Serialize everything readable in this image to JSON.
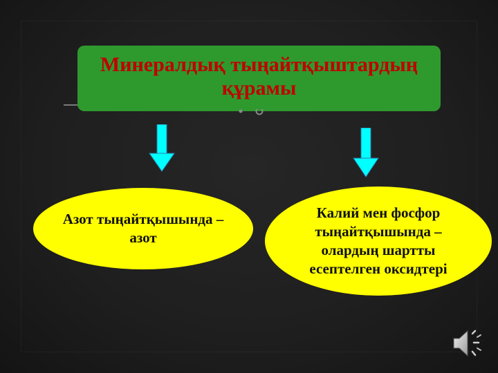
{
  "slide": {
    "title": "Минералдық тыңайтқыштардың\nқұрамы",
    "left_box": "Азот тыңайтқышында –\nазот",
    "right_box": "Калий мен фосфор\nтыңайтқышында –\nолардың шартты\nесептелген оксидтері"
  },
  "colors": {
    "background": "#1f1f1f",
    "title_box": "#2e9a2e",
    "title_text": "#c00000",
    "arrow": "#00ffff",
    "ellipse": "#ffff00"
  },
  "icons": {
    "arrow_left": "arrow-down-icon",
    "arrow_right": "arrow-down-icon",
    "sound": "speaker-icon"
  }
}
